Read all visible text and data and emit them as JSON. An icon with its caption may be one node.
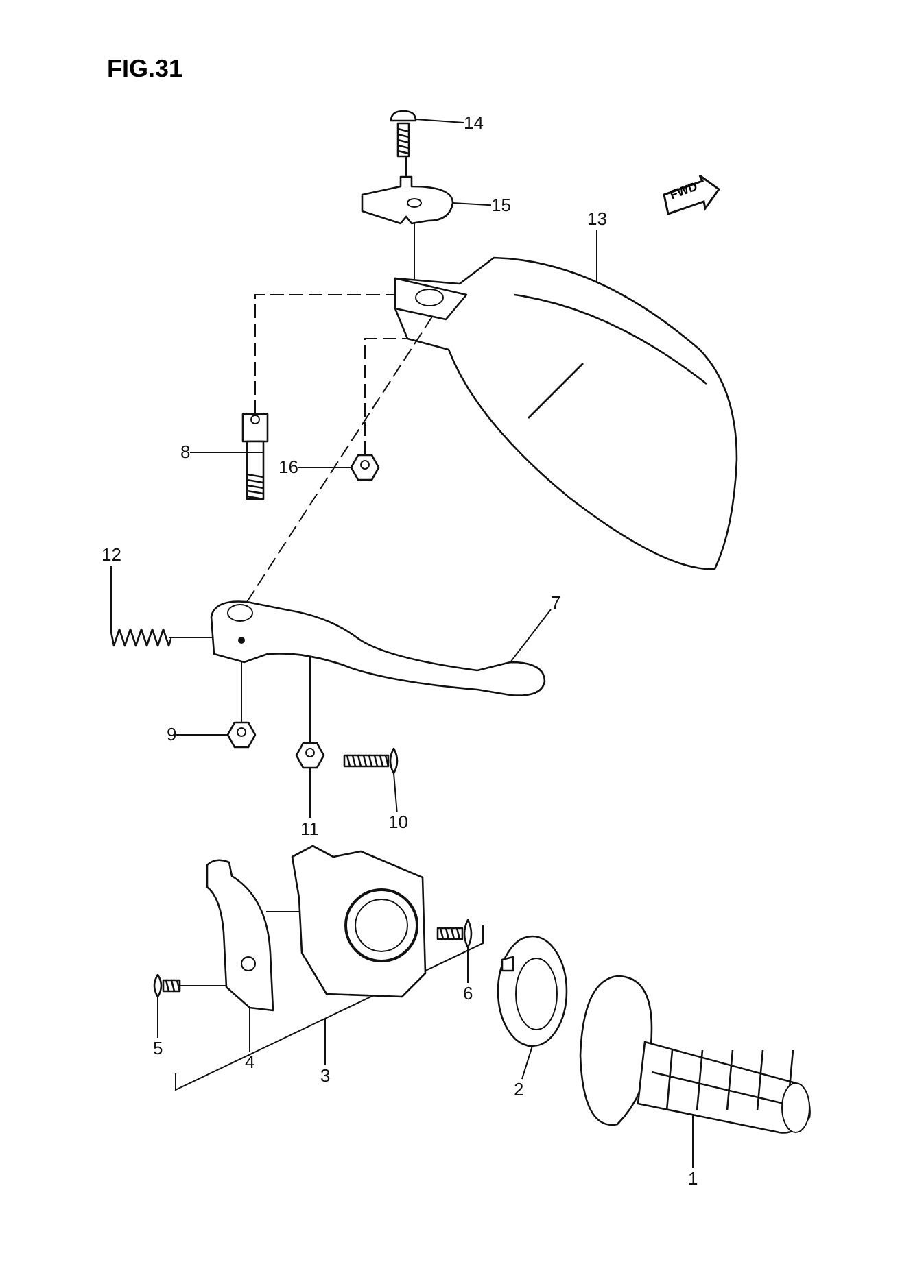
{
  "diagram": {
    "title": "FIG.31",
    "nodes": [
      {
        "text": [
          "14"
        ]
      },
      {
        "text": [
          "15"
        ]
      },
      {
        "text": [
          "13"
        ]
      },
      {
        "text": [
          "8"
        ]
      },
      {
        "text": [
          "12"
        ]
      },
      {
        "text": [
          "16"
        ]
      },
      {
        "text": [
          "7"
        ]
      },
      {
        "text": [
          "9"
        ]
      },
      {
        "text": [
          "11"
        ]
      },
      {
        "text": [
          "10"
        ]
      },
      {
        "text": [
          "6"
        ]
      },
      {
        "text": [
          "5"
        ]
      },
      {
        "text": [
          "4"
        ]
      },
      {
        "text": [
          "3"
        ]
      },
      {
        "text": [
          "2"
        ]
      },
      {
        "text": [
          "1"
        ]
      },
      {
        "text": [],
        "shape": "picture"
      },
      {
        "text": [],
        "shape": "picture"
      },
      {
        "text": [],
        "shape": "picture"
      },
      {
        "text": [],
        "shape": "picture"
      },
      {
        "text": [],
        "shape": "picture"
      },
      {
        "text": [],
        "shape": "picture"
      },
      {
        "text": [],
        "shape": "picture"
      },
      {
        "text": [],
        "shape": "picture"
      },
      {
        "text": [],
        "shape": "picture"
      },
      {
        "text": [],
        "shape": "picture"
      },
      {
        "text": [],
        "shape": "picture"
      },
      {
        "text": [],
        "shape": "picture"
      },
      {
        "text": [],
        "shape": "picture"
      },
      {
        "text": [],
        "shape": "picture"
      },
      {
        "text": [],
        "shape": "picture"
      },
      {
        "text": [],
        "shape": "picture"
      }
    ],
    "edges": [
      {
        "from": 0,
        "to": 16,
        "arrow": "none"
      },
      {
        "from": 1,
        "to": 17,
        "arrow": "none"
      },
      {
        "from": 2,
        "to": 18,
        "arrow": "none"
      },
      {
        "from": 3,
        "to": 19,
        "arrow": "none"
      },
      {
        "from": 4,
        "to": 20,
        "arrow": "none"
      },
      {
        "from": 5,
        "to": 21,
        "arrow": "none"
      },
      {
        "from": 6,
        "to": 22,
        "arrow": "none"
      },
      {
        "from": 7,
        "to": 23,
        "arrow": "none"
      },
      {
        "from": 8,
        "to": 24,
        "arrow": "none"
      },
      {
        "from": 9,
        "to": 25,
        "arrow": "none"
      },
      {
        "from": 10,
        "to": 26,
        "arrow": "none"
      },
      {
        "from": 11,
        "to": 27,
        "arrow": "none"
      },
      {
        "from": 12,
        "to": 28,
        "arrow": "none"
      },
      {
        "from": 13,
        "to": null,
        "arrow": "none"
      },
      {
        "from": 14,
        "to": 30,
        "arrow": "none"
      },
      {
        "from": 15,
        "to": 31,
        "arrow": "none"
      },
      {
        "from": 16,
        "to": 17,
        "arrow": "none"
      },
      {
        "from": 17,
        "to": 18,
        "arrow": "none"
      },
      {
        "from": 19,
        "to": 18,
        "arrow": "none",
        "style": "dashed"
      },
      {
        "from": 22,
        "to": 18,
        "arrow": "none",
        "style": "dashed"
      },
      {
        "from": 21,
        "to": 18,
        "arrow": "none",
        "style": "dashed"
      },
      {
        "from": 20,
        "to": 22,
        "arrow": "none"
      },
      {
        "from": 23,
        "to": 22,
        "arrow": "none"
      },
      {
        "from": 24,
        "to": 22,
        "arrow": "none"
      },
      {
        "from": 27,
        "to": 28,
        "arrow": "none"
      },
      {
        "from": 28,
        "to": 29,
        "arrow": "none"
      }
    ],
    "labels": [
      "FWD"
    ]
  }
}
